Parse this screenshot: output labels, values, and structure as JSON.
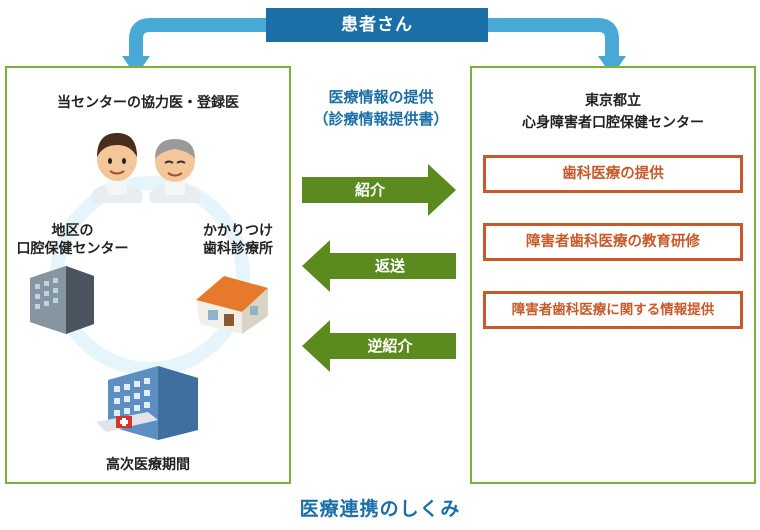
{
  "patient": "患者さん",
  "left_panel": {
    "title": "当センターの協力医・登録医",
    "local_center": [
      "地区の",
      "口腔保健センター"
    ],
    "clinic": [
      "かかりつけ",
      "歯科診療所"
    ],
    "hospital": "高次医療期間"
  },
  "center_text": [
    "医療情報の提供",
    "（診療情報提供書）"
  ],
  "arrows": {
    "referral": "紹介",
    "return": "返送",
    "reverse_referral": "逆紹介"
  },
  "right_panel": {
    "title": [
      "東京都立",
      "心身障害者口腔保健センター"
    ],
    "services": [
      "歯科医療の提供",
      "障害者歯科医療の教育研修",
      "障害者歯科医療に関する情報提供"
    ]
  },
  "footer": "医療連携のしくみ",
  "colors": {
    "green": "#7bb03a",
    "arrow_green": "#5b8a1f",
    "blue": "#1a6fa6",
    "orange": "#c85a2a"
  }
}
